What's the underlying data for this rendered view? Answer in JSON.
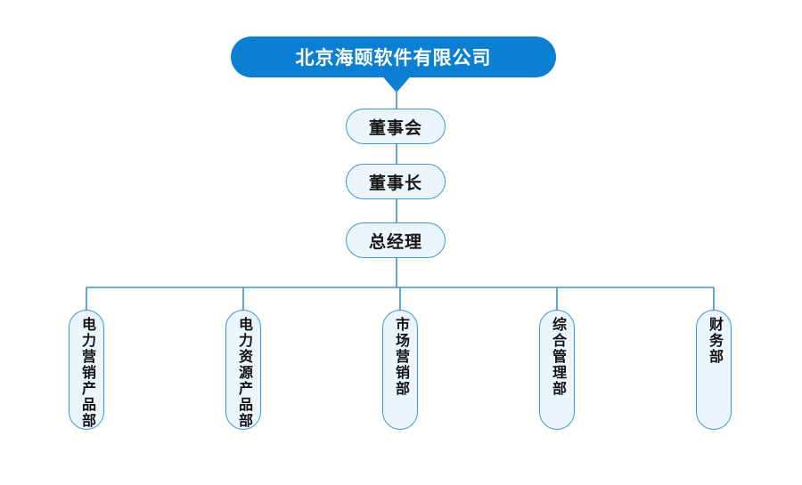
{
  "org_chart": {
    "root": {
      "label": "北京海颐软件有限公司"
    },
    "chain": [
      {
        "label": "董事会"
      },
      {
        "label": "董事长"
      },
      {
        "label": "总经理"
      }
    ],
    "departments": [
      {
        "label": "电力营销产品部"
      },
      {
        "label": "电力资源产品部"
      },
      {
        "label": "市场营销部"
      },
      {
        "label": "综合管理部"
      },
      {
        "label": "财务部"
      }
    ],
    "colors": {
      "root_fill": "#0b80d2",
      "root_text": "#ffffff",
      "node_fill": "#ecf5fc",
      "node_border": "#3f97d3",
      "connector_line": "#3c90c8",
      "node_text": "#161616",
      "background": "#ffffff"
    }
  }
}
